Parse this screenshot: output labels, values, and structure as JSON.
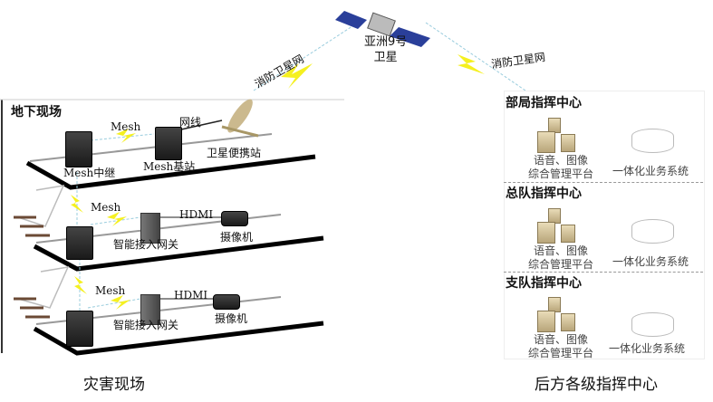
{
  "satellite": {
    "name_line1": "亚洲9号",
    "name_line2": "卫星"
  },
  "links": {
    "left_sat_link": "消防卫星网",
    "right_sat_link": "消防卫星网"
  },
  "underground": {
    "title": "地下现场",
    "floor1": {
      "mesh_link": "Mesh",
      "cable": "网线",
      "relay": "Mesh中继",
      "base_station": "Mesh基站",
      "sat_station": "卫星便携站"
    },
    "floor2": {
      "mesh_link": "Mesh",
      "hdmi": "HDMI",
      "gateway": "智能接入网关",
      "camera": "摄像机"
    },
    "floor3": {
      "mesh_link": "Mesh",
      "hdmi": "HDMI",
      "gateway": "智能接入网关",
      "camera": "摄像机"
    },
    "caption": "灾害现场"
  },
  "command": {
    "sections": [
      {
        "title": "部局指挥中心",
        "platform_line1": "语音、图像",
        "platform_line2": "综合管理平台",
        "system": "一体化业务系统"
      },
      {
        "title": "总队指挥中心",
        "platform_line1": "语音、图像",
        "platform_line2": "综合管理平台",
        "system": "一体化业务系统"
      },
      {
        "title": "支队指挥中心",
        "platform_line1": "语音、图像",
        "platform_line2": "综合管理平台",
        "system": "一体化业务系统"
      }
    ],
    "caption": "后方各级指挥中心"
  },
  "colors": {
    "lightning": "#f5f020",
    "floor": "#000000"
  }
}
